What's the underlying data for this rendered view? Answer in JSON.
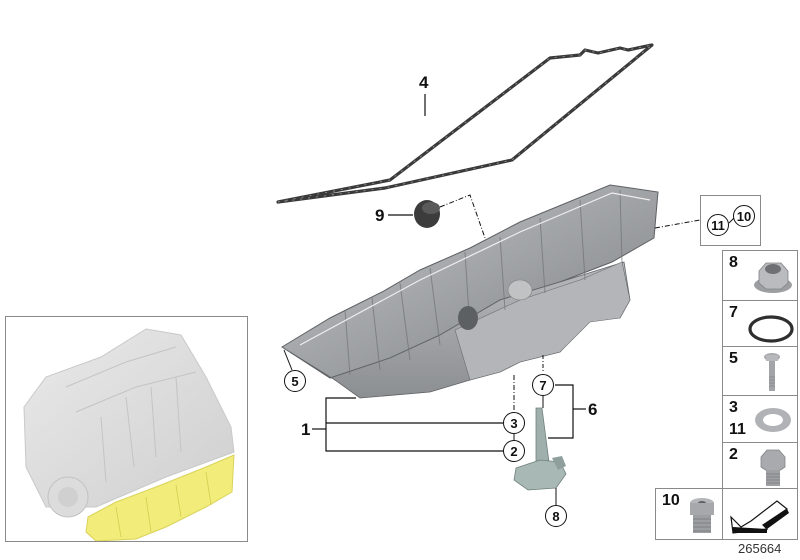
{
  "diagram": {
    "type": "exploded-parts-diagram",
    "subject": "Oil pan assembly",
    "reference_number": "265664",
    "accent_colors": {
      "highlight_yellow": "#f2ec7a",
      "part_gray": "#a9acaf",
      "gasket_dark": "#3a3a3a",
      "line": "#111111",
      "box_border": "#8a8a8a"
    }
  },
  "callouts": {
    "p1": "1",
    "p2": "2",
    "p3": "3",
    "p4": "4",
    "p5": "5",
    "p6": "6",
    "p7": "7",
    "p8": "8",
    "p9": "9",
    "p10": "10",
    "p11": "11"
  },
  "side_panel": {
    "items": [
      {
        "labels": [
          "8"
        ],
        "part": "flange-nut"
      },
      {
        "labels": [
          "7"
        ],
        "part": "o-ring"
      },
      {
        "labels": [
          "5"
        ],
        "part": "bolt"
      },
      {
        "labels": [
          "3",
          "11"
        ],
        "part": "sealing-washer"
      },
      {
        "labels": [
          "2"
        ],
        "part": "drain-plug"
      },
      {
        "labels": [
          "10"
        ],
        "part": "screw-plug"
      }
    ],
    "ref_box": {
      "labels": [
        "11",
        "10"
      ]
    }
  },
  "thumbnail": {
    "description": "Engine overview with highlighted oil pan"
  }
}
